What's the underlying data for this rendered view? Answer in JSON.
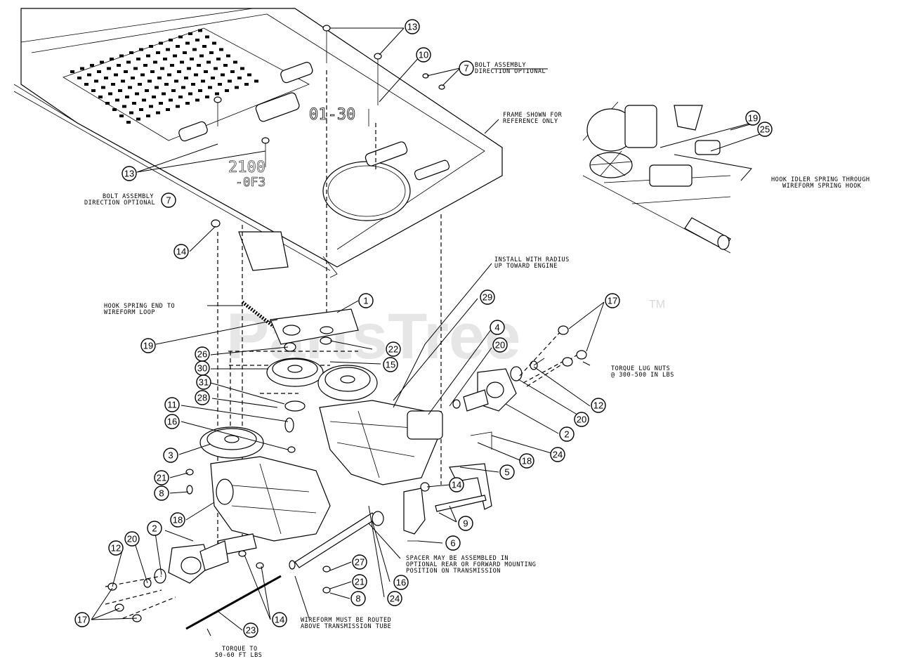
{
  "watermark": {
    "brand": "PartsTree",
    "tm": "TM"
  },
  "notes": {
    "bolt_top_1": "BOLT ASSEMBLY",
    "bolt_top_2": "DIRECTION OPTIONAL",
    "bolt_left_1": "BOLT ASSEMBLY",
    "bolt_left_2": "DIRECTION OPTIONAL",
    "frame_1": "FRAME SHOWN FOR",
    "frame_2": "REFERENCE ONLY",
    "idler_1": "HOOK IDLER SPRING THROUGH",
    "idler_2": "WIREFORM SPRING HOOK",
    "radius_1": "INSTALL WITH RADIUS",
    "radius_2": "UP TOWARD ENGINE",
    "hook_1": "HOOK SPRING END TO",
    "hook_2": "WIREFORM LOOP",
    "torque_lug_1": "TORQUE LUG NUTS",
    "torque_lug_2": "@ 300-500 IN LBS",
    "spacer_1": "SPACER MAY BE ASSEMBLED IN",
    "spacer_2": "OPTIONAL REAR OR FORWARD MOUNTING",
    "spacer_3": "POSITION ON TRANSMISSION",
    "wireform_1": "WIREFORM MUST BE ROUTED",
    "wireform_2": "ABOVE TRANSMISSION TUBE",
    "torque_ft_1": "TORQUE TO",
    "torque_ft_2": "50-60 FT LBS"
  },
  "callouts": {
    "c13a": "13",
    "c13b": "13",
    "c10": "10",
    "c7a": "7",
    "c7b": "7",
    "c14a": "14",
    "c19a": "19",
    "c25": "25",
    "c29": "29",
    "c1": "1",
    "c4": "4",
    "c20a": "20",
    "c17a": "17",
    "c19b": "19",
    "c26": "26",
    "c22": "22",
    "c15": "15",
    "c30": "30",
    "c31": "31",
    "c11": "11",
    "c28": "28",
    "c16a": "16",
    "c12a": "12",
    "c20b": "20",
    "c2a": "2",
    "c24a": "24",
    "c18a": "18",
    "c5": "5",
    "c3": "3",
    "c21a": "21",
    "c8a": "8",
    "c14b": "14",
    "c9": "9",
    "c18b": "18",
    "c6": "6",
    "c2b": "2",
    "c20c": "20",
    "c12b": "12",
    "c27": "27",
    "c21b": "21",
    "c16b": "16",
    "c8b": "8",
    "c24b": "24",
    "c17b": "17",
    "c14c": "14",
    "c23": "23"
  }
}
